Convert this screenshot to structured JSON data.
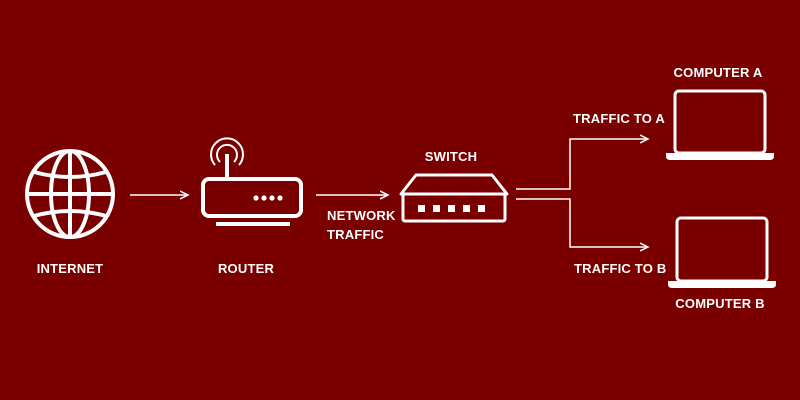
{
  "diagram": {
    "nodes": {
      "internet": {
        "label": "INTERNET",
        "icon": "globe-icon"
      },
      "router": {
        "label": "ROUTER",
        "icon": "router-icon"
      },
      "switch": {
        "label": "SWITCH",
        "icon": "switch-icon"
      },
      "computer_a": {
        "label": "COMPUTER A",
        "icon": "laptop-icon"
      },
      "computer_b": {
        "label": "COMPUTER B",
        "icon": "laptop-icon"
      }
    },
    "edges": {
      "network_traffic": {
        "line1": "NETWORK",
        "line2": "TRAFFIC"
      },
      "traffic_to_a": {
        "label": "TRAFFIC TO A"
      },
      "traffic_to_b": {
        "label": "TRAFFIC TO B"
      }
    }
  },
  "colors": {
    "background": "#7a0000",
    "foreground": "#ffffff"
  }
}
